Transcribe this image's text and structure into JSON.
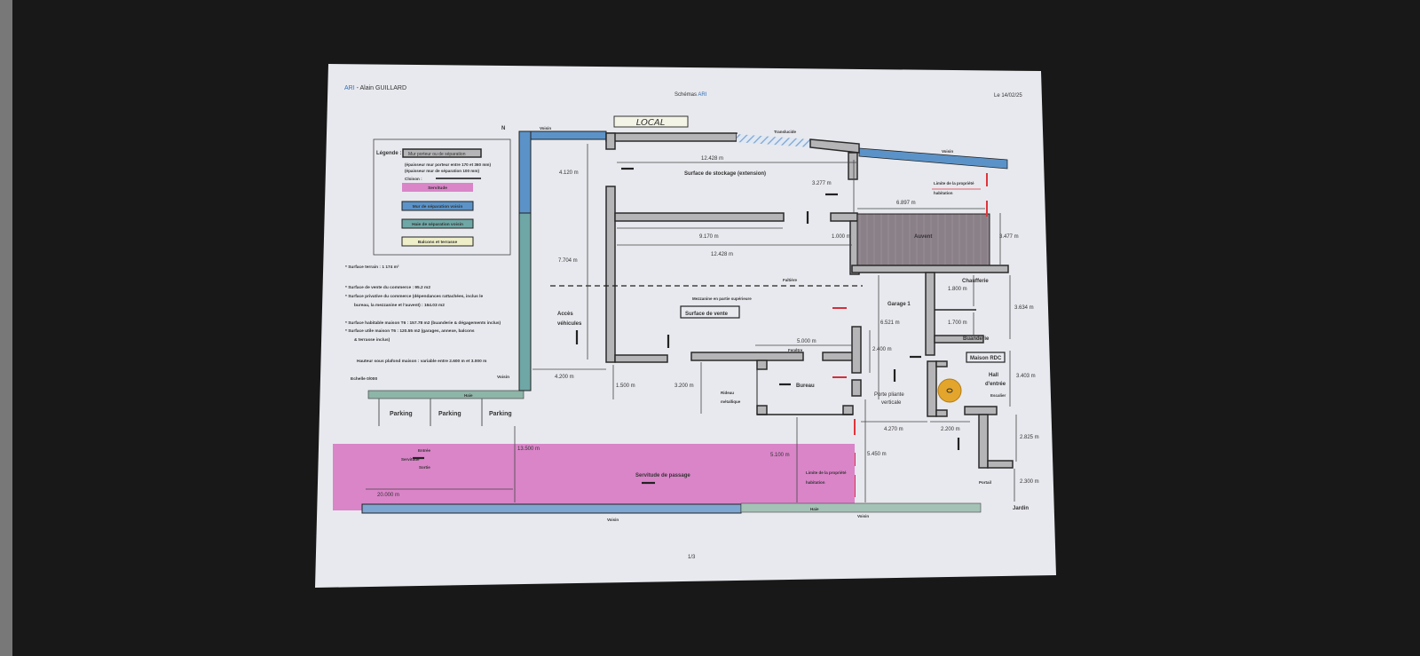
{
  "header": {
    "brand": "ARI",
    "author": "- Alain GUILLARD",
    "title_prefix": "Schémas",
    "title_brand": "ARI",
    "date": "Le 14/02/25",
    "page": "1/3"
  },
  "legend": {
    "title": "Légende :",
    "load_bearing": "Mur porteur ou de séparation",
    "note1": "(épaisseur mur porteur entre 170 et 360 mm)",
    "note2": "(épaisseur mur de séparation 100 mm)",
    "partition": "Cloison :",
    "easement": "Servitude",
    "neighbor_wall": "Mur de séparation voisin",
    "neighbor_hedge": "Haie de séparation voisin",
    "balcony": "Balcons et terrasse"
  },
  "notes": [
    "Surface terrain : 1 174 m²",
    "Surface de vente du commerce : 95.2 m2",
    "Surface privative du commerce (dépendances rattachées, inclus le",
    "bureau, la mezzanine et l'auvent) : 164.03 m2",
    "Surface habitable maison T6 : 157.78 m2 (buanderie & dégagements inclus)",
    "Surface utile maison T6 : 120.55 m2 (garages, annexe, balcons",
    "& terrasse inclus)",
    "Hauteur sous plafond maison : variable entre 2.600 m et 3.000 m"
  ],
  "scale": "Echelle 0/000",
  "labels": {
    "local": "LOCAL",
    "north": "N",
    "voisin": "Voisin",
    "translucide": "Translucide",
    "haie": "Haie",
    "parking": "Parking",
    "storage": "Surface de stockage (extension)",
    "auvent": "Auvent",
    "faitiere": "Faîtière",
    "mezzanine": "Mezzanine en partie supérieure",
    "sales": "Surface de vente",
    "access1": "Accès",
    "access2": "véhicules",
    "fenetre": "Fenêtre",
    "rideau1": "Rideau",
    "rideau2": "métallique",
    "bureau": "Bureau",
    "garage": "Garage 1",
    "porte1": "Porte pliante",
    "porte2": "verticale",
    "chaufferie": "Chaufferie",
    "buanderie": "Buanderie",
    "maison": "Maison RDC",
    "hall1": "Hall",
    "hall2": "d'entrée",
    "escalier": "Escalier",
    "portail": "Portail",
    "jardin": "Jardin",
    "limite1": "Limite de la propriété",
    "limite2": "habitation",
    "entree": "Entrée",
    "servitude": "Servitude",
    "sortie": "Sortie",
    "passage": "Servitude de passage"
  },
  "dimensions": {
    "d12428a": "12.428 m",
    "d4120": "4.120 m",
    "d3277": "3.277 m",
    "d6897": "6.897 m",
    "d9170": "9.170 m",
    "d1000": "1.000 m",
    "d3477": "3.477 m",
    "d12428b": "12.428 m",
    "d7704": "7.704 m",
    "d1800": "1.800 m",
    "d3634": "3.634 m",
    "d6521": "6.521 m",
    "d1700": "1.700 m",
    "d5000": "5.000 m",
    "d2400": "2.400 m",
    "d3403": "3.403 m",
    "d4200": "4.200 m",
    "d1500": "1.500 m",
    "d3200": "3.200 m",
    "d4270": "4.270 m",
    "d2200": "2.200 m",
    "d2825": "2.825 m",
    "d13500": "13.500 m",
    "d5100": "5.100 m",
    "d5450": "5.450 m",
    "d2300": "2.300 m",
    "d20000": "20.000 m"
  },
  "colors": {
    "paper": "#e8e9ee",
    "wall": "#b5b5b8",
    "neighbor_wall": "#5b93c8",
    "hedge": "#8db5a8",
    "easement": "#d985c8",
    "auvent": "#8a8088",
    "stair": "#e3a52c",
    "limit": "#e0343a",
    "brand": "#2f6fb8"
  }
}
